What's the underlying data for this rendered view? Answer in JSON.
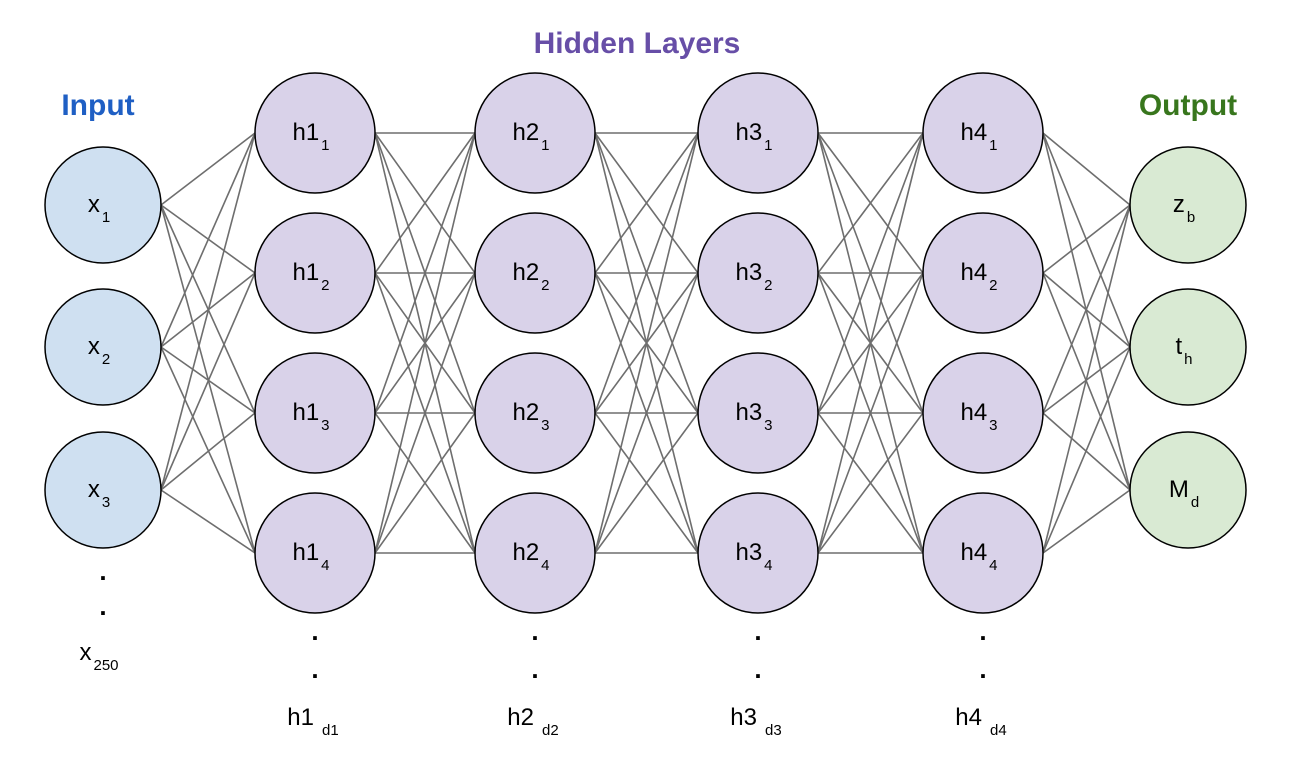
{
  "headings": {
    "input": "Input",
    "hidden": "Hidden Layers",
    "output": "Output"
  },
  "colors": {
    "input_fill": "#cfe0f1",
    "hidden_fill": "#d9d2e9",
    "output_fill": "#d9ead3",
    "input_heading": "#1f5fc4",
    "hidden_heading": "#674ea7",
    "output_heading": "#38761d",
    "edge": "#6e6e6e",
    "stroke": "#000000"
  },
  "layers": [
    {
      "id": "input",
      "nodes": [
        {
          "base": "x",
          "sub": "1"
        },
        {
          "base": "x",
          "sub": "2"
        },
        {
          "base": "x",
          "sub": "3"
        }
      ],
      "ellipsis": ".",
      "last": {
        "base": "x",
        "sub": "250"
      }
    },
    {
      "id": "hidden-1",
      "nodes": [
        {
          "base": "h1",
          "sub": "1"
        },
        {
          "base": "h1",
          "sub": "2"
        },
        {
          "base": "h1",
          "sub": "3"
        },
        {
          "base": "h1",
          "sub": "4"
        }
      ],
      "ellipsis": ".",
      "last": {
        "base": "h1",
        "sub": "d1"
      }
    },
    {
      "id": "hidden-2",
      "nodes": [
        {
          "base": "h2",
          "sub": "1"
        },
        {
          "base": "h2",
          "sub": "2"
        },
        {
          "base": "h2",
          "sub": "3"
        },
        {
          "base": "h2",
          "sub": "4"
        }
      ],
      "ellipsis": ".",
      "last": {
        "base": "h2",
        "sub": "d2"
      }
    },
    {
      "id": "hidden-3",
      "nodes": [
        {
          "base": "h3",
          "sub": "1"
        },
        {
          "base": "h3",
          "sub": "2"
        },
        {
          "base": "h3",
          "sub": "3"
        },
        {
          "base": "h3",
          "sub": "4"
        }
      ],
      "ellipsis": ".",
      "last": {
        "base": "h3",
        "sub": "d3"
      }
    },
    {
      "id": "hidden-4",
      "nodes": [
        {
          "base": "h4",
          "sub": "1"
        },
        {
          "base": "h4",
          "sub": "2"
        },
        {
          "base": "h4",
          "sub": "3"
        },
        {
          "base": "h4",
          "sub": "4"
        }
      ],
      "ellipsis": ".",
      "last": {
        "base": "h4",
        "sub": "d4"
      }
    },
    {
      "id": "output",
      "nodes": [
        {
          "base": "z",
          "sub": "b"
        },
        {
          "base": "t",
          "sub": "h"
        },
        {
          "base": "M",
          "sub": "d"
        }
      ]
    }
  ]
}
